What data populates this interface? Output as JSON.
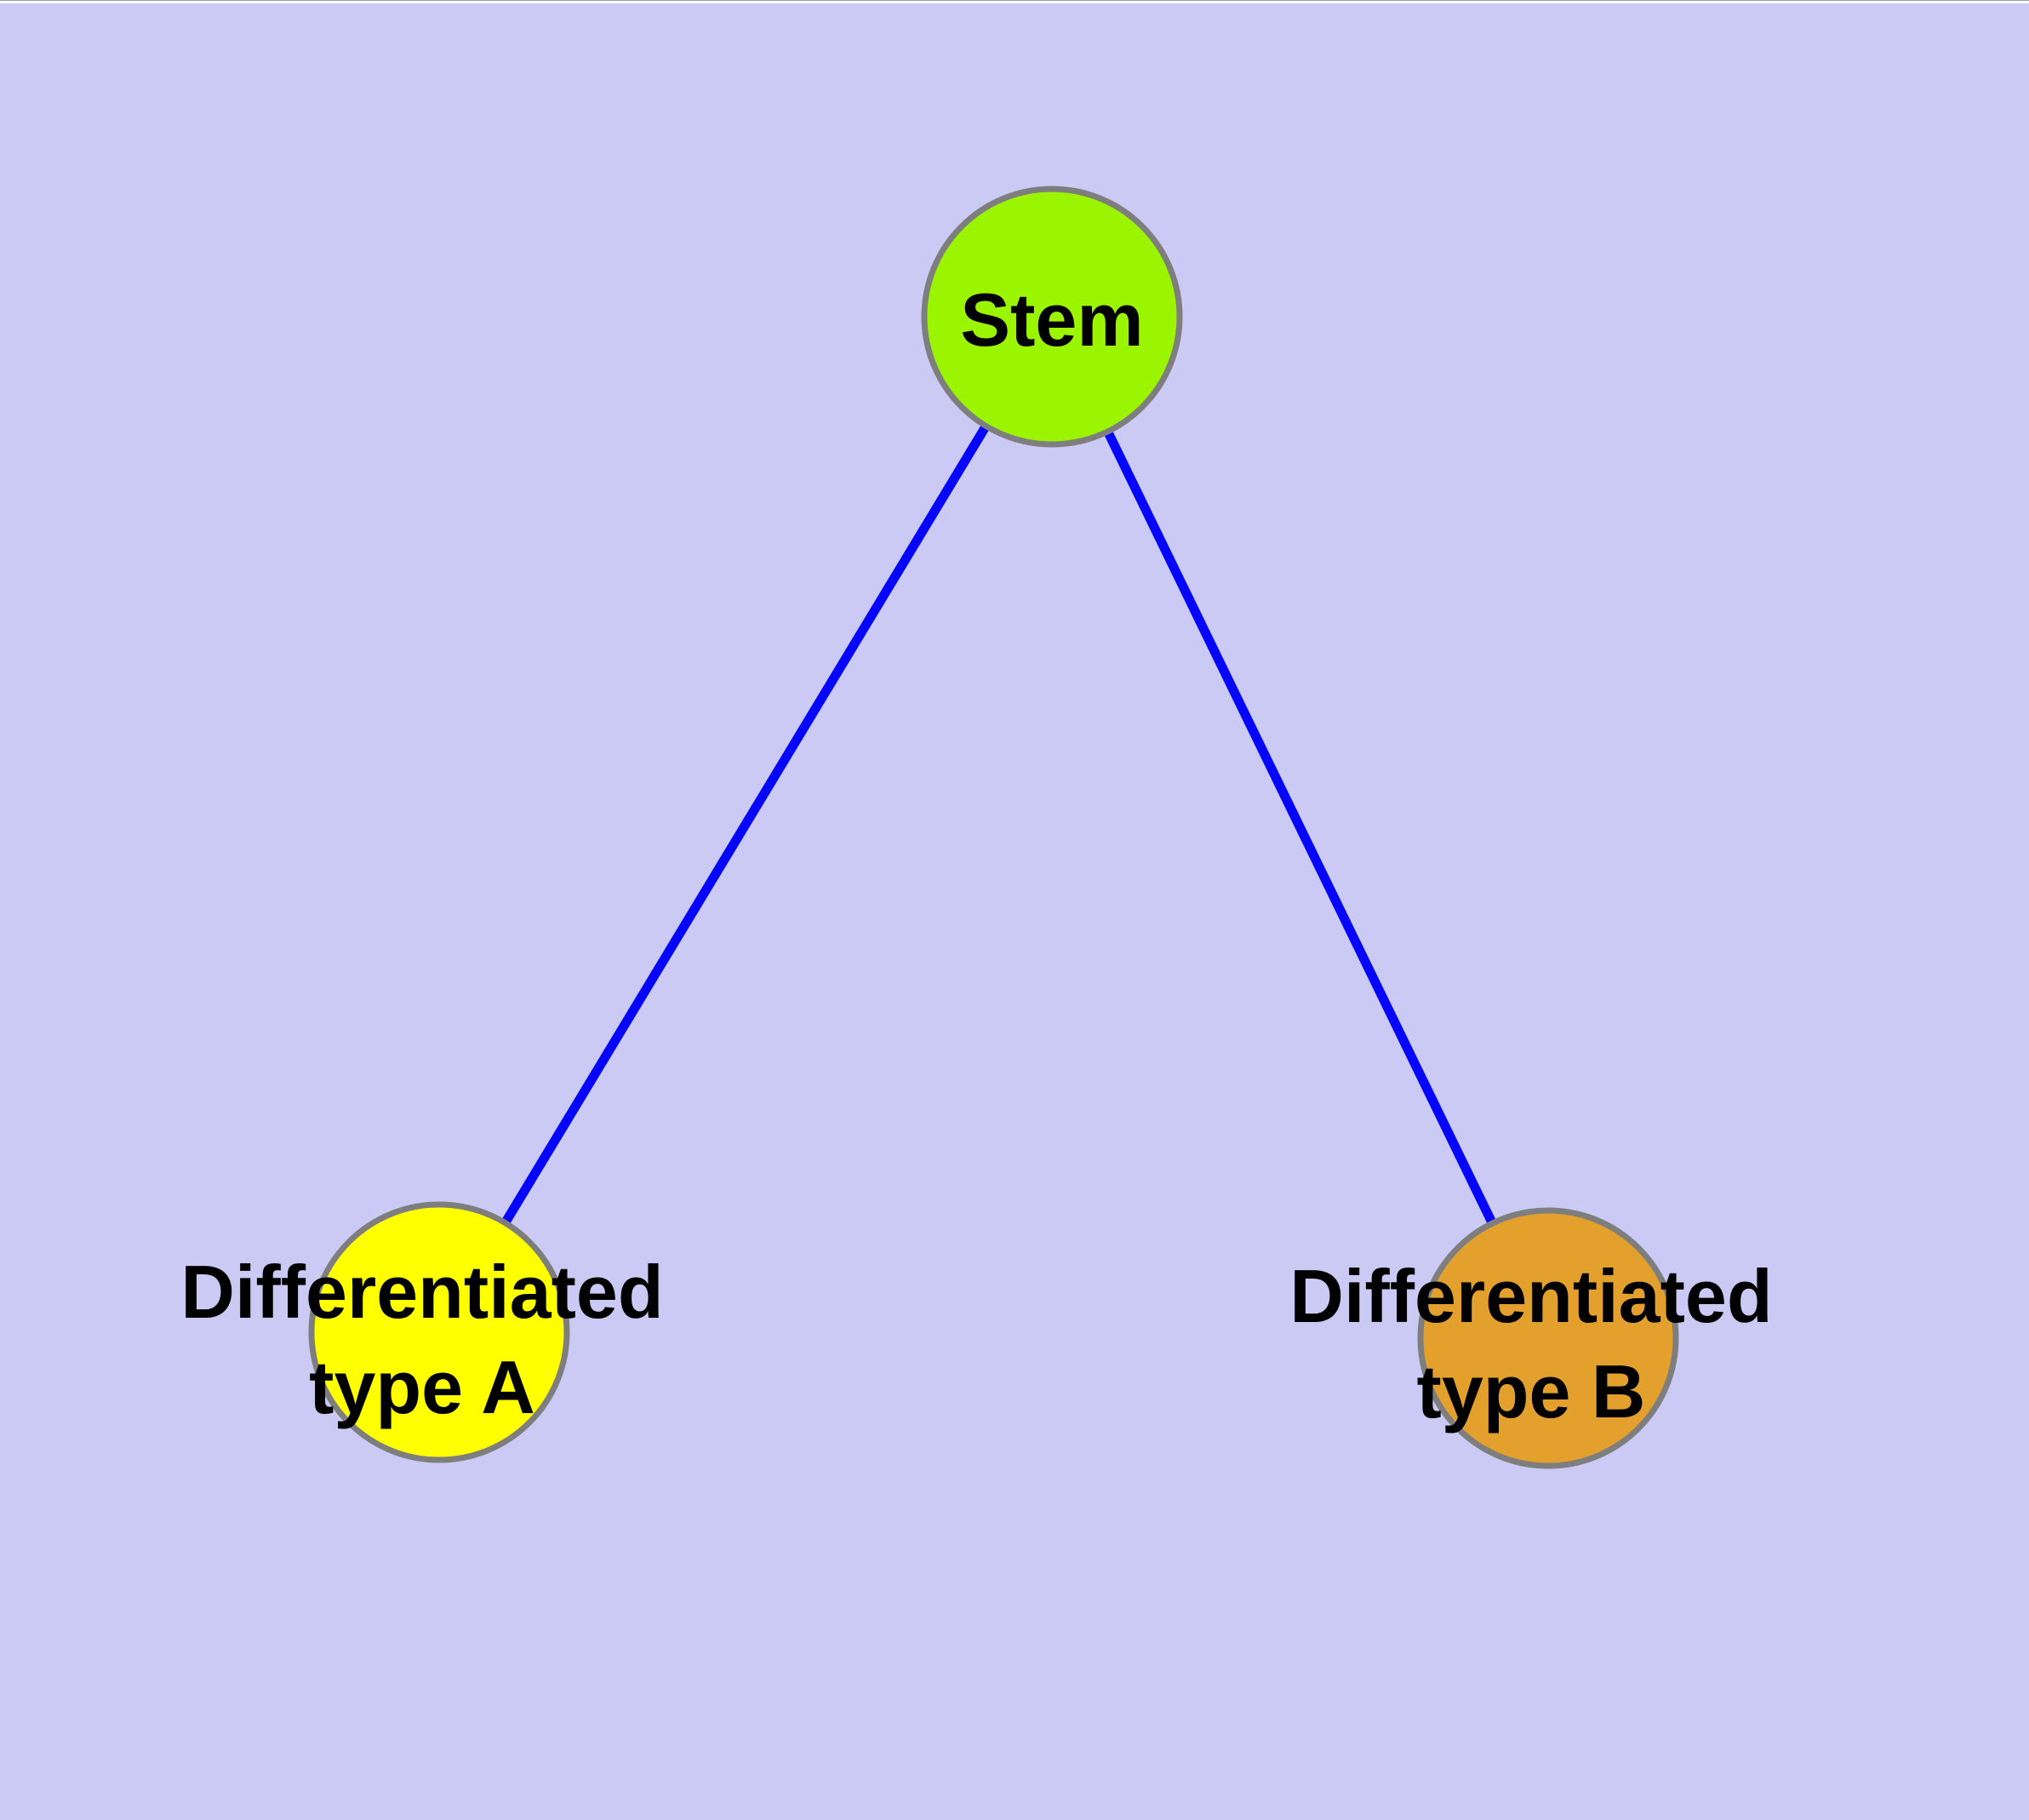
{
  "figure": {
    "type": "graph-diagram",
    "description_visible_elements": "three-node differentiation tree",
    "background_color": "#CACAF4",
    "edge_color": "#0505FA",
    "node_border_color": "#7E7E7E",
    "label_color": "#000000",
    "nodes": [
      {
        "id": "stem",
        "label": "Stem",
        "label_lines": [
          "Stem"
        ],
        "fill": "#9CF500"
      },
      {
        "id": "type_a",
        "label": "Differentiated type A",
        "label_lines": [
          "Differentiated",
          "type A"
        ],
        "fill": "#FFFF00"
      },
      {
        "id": "type_b",
        "label": "Differentiated type B",
        "label_lines": [
          "Differentiated",
          "type B"
        ],
        "fill": "#E4A02D"
      }
    ],
    "edges": [
      {
        "from": "Stem",
        "to": "Differentiated type A"
      },
      {
        "from": "Stem",
        "to": "Differentiated type B"
      }
    ]
  }
}
